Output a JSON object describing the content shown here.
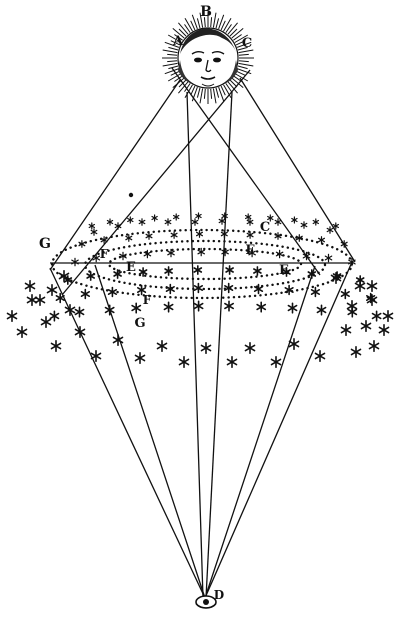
{
  "labels": {
    "sun_top": "B",
    "sun_left": "A",
    "sun_right": "C",
    "ring_left": "G",
    "ring_right_top": "C",
    "f_left": "F",
    "f_right": "F",
    "f_bottom": "F",
    "e_left": "E",
    "e_right": "E",
    "g_bottom": "G",
    "eye": "D"
  },
  "colors": {
    "ink": "#111111",
    "paper": "#ffffff"
  },
  "icons": {
    "sun": "sun-face-icon",
    "star": "star-icon",
    "eye": "eye-icon"
  }
}
